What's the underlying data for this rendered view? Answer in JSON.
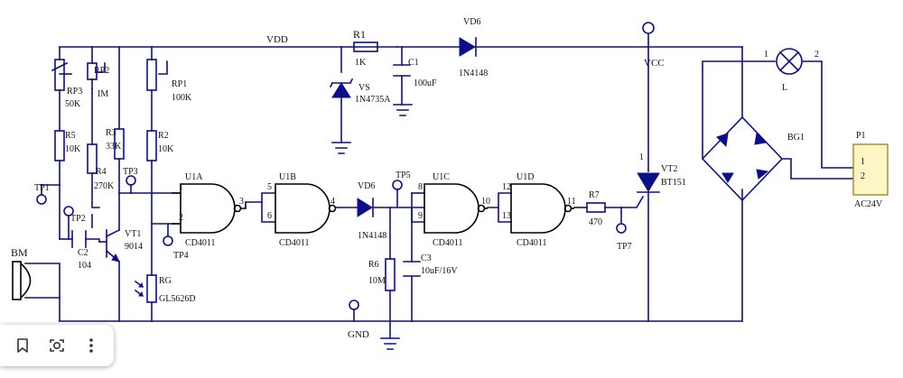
{
  "labels": {
    "vdd": "VDD",
    "vcc": "VCC",
    "gnd": "GND",
    "r1": "R1",
    "r1_val": "1K",
    "c1": "C1",
    "c1_val": "100uF",
    "vs": "VS",
    "vs_val": "1N4735A",
    "vd6a": "VD6",
    "vd6a_val": "1N4148",
    "rp3": "RP3",
    "rp3_val": "50K",
    "rp2": "RP2",
    "rp2_val": "IM",
    "rp1": "RP1",
    "rp1_val": "100K",
    "r5": "R5",
    "r5_val": "10K",
    "r3": "R3",
    "r3_val": "33K",
    "r4": "R4",
    "r4_val": "270K",
    "r2": "R2",
    "r2_val": "10K",
    "tp1": "TP1",
    "tp2": "TP2",
    "tp3": "TP3",
    "tp4": "TP4",
    "tp5": "TP5",
    "tp7": "TP7",
    "c2": "C2",
    "c2_val": "104",
    "vt1": "VT1",
    "vt1_val": "9014",
    "bm": "BM",
    "rg": "RG",
    "rg_val": "GL5626D",
    "u1a": "U1A",
    "u1b": "U1B",
    "u1c": "U1C",
    "u1d": "U1D",
    "cd4011": "CD4011",
    "vd6b": "VD6",
    "vd6b_val": "1N4148",
    "r6": "R6",
    "r6_val": "10M",
    "c3": "C3",
    "c3_val": "10uF/16V",
    "r7": "R7",
    "r7_val": "470",
    "vt2": "VT2",
    "vt2_val": "BT151",
    "bg1": "BG1",
    "lamp": "L",
    "lamp_p1": "1",
    "lamp_p2": "2",
    "p1": "P1",
    "p1_val": "AC24V",
    "p1_pin1": "1",
    "p1_pin2": "2",
    "pin1": "1",
    "pin2": "2",
    "pin3": "3",
    "pin4": "4",
    "pin5": "5",
    "pin6": "6",
    "pin8": "8",
    "pin9": "9",
    "pin10": "10",
    "pin11": "11",
    "pin12": "12",
    "pin13": "13",
    "vt2_pin": "1"
  },
  "toolbar": {
    "bookmark_icon": "bookmark-icon",
    "lens_icon": "lens-icon",
    "more_icon": "more-vert-icon"
  },
  "colors": {
    "wire": "#0c0f8a",
    "p1_fill": "#fdf6c4",
    "p1_border": "#a08b1e"
  }
}
